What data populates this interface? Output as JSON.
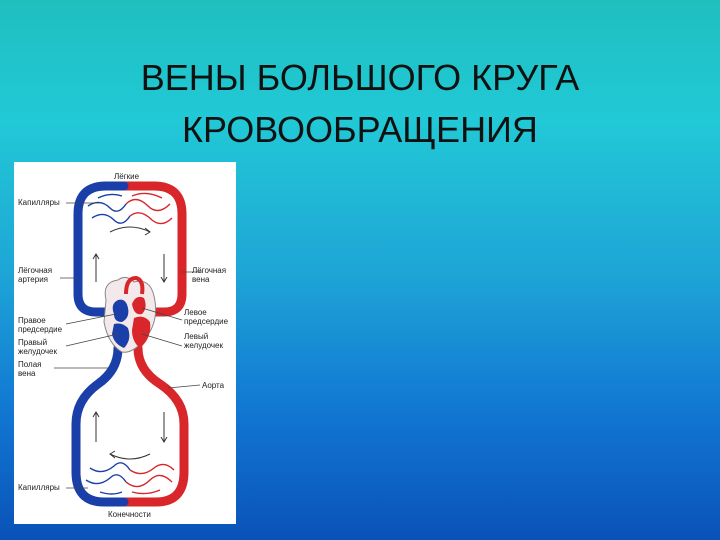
{
  "slide": {
    "title_line1": "ВЕНЫ БОЛЬШОГО КРУГА",
    "title_line2": "КРОВООБРАЩЕНИЯ",
    "colors": {
      "background_top": "#1fbfbf",
      "background_bottom": "#0a52b8",
      "artery": "#d8262a",
      "vein": "#1a3fa8"
    }
  },
  "diagram": {
    "labels": {
      "lungs": "Лёгкие",
      "capillaries_top": "Капилляры",
      "pulmonary_artery": "Лёгочная\nартерия",
      "pulmonary_vein": "Лёгочная\nвена",
      "right_atrium": "Правое\nпредсердие",
      "left_atrium": "Левое\nпредсердие",
      "right_ventricle": "Правый\nжелудочек",
      "left_ventricle": "Левый\nжелудочек",
      "vena_cava": "Полая\nвена",
      "aorta": "Аорта",
      "capillaries_bottom": "Капилляры",
      "limbs": "Конечности"
    }
  }
}
